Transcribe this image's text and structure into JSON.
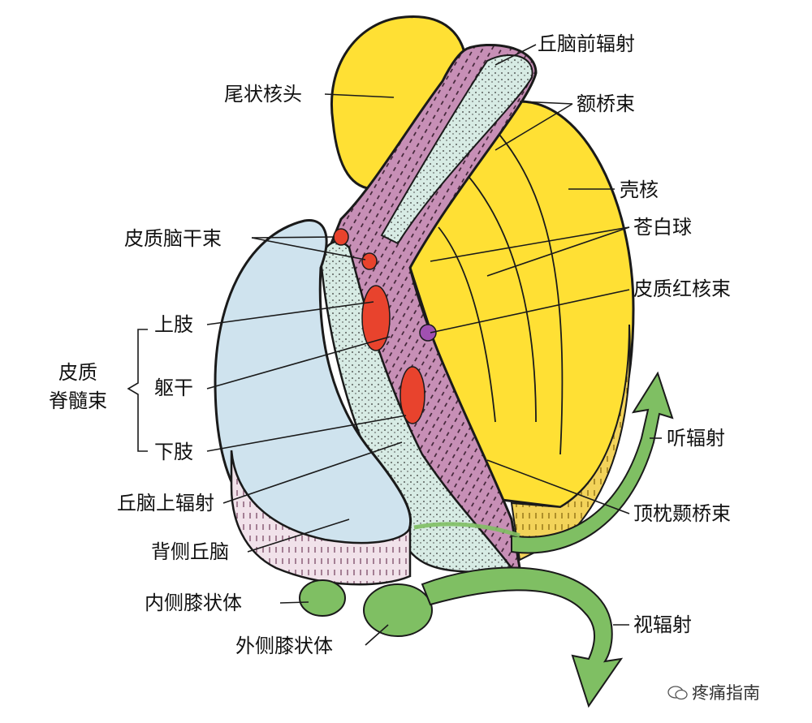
{
  "labels": {
    "thalamic_anterior_radiation": "丘脑前辐射",
    "caudate_head": "尾状核头",
    "frontopontine_tract": "额桥束",
    "putamen": "壳核",
    "globus_pallidus": "苍白球",
    "corticobulbar_tract": "皮质脑干束",
    "corticorubral_tract": "皮质红核束",
    "corticospinal_tract_line1": "皮质",
    "corticospinal_tract_line2": "脊髓束",
    "upper_limb": "上肢",
    "trunk": "躯干",
    "lower_limb": "下肢",
    "auditory_radiation": "听辐射",
    "superior_thalamic_radiation": "丘脑上辐射",
    "parieto_occipito_temporopontine_tract": "顶枕颞桥束",
    "dorsal_thalamus": "背侧丘脑",
    "medial_geniculate_body": "内侧膝状体",
    "optic_radiation": "视辐射",
    "lateral_geniculate_body": "外侧膝状体"
  },
  "watermark": "疼痛指南",
  "colors": {
    "yellow": "#ffe034",
    "purple": "#c78fb6",
    "light_blue": "#cfe3ee",
    "pale_green": "#d7ebe4",
    "red": "#e8432d",
    "green": "#7fbf63",
    "outline": "#1a1a1a"
  }
}
